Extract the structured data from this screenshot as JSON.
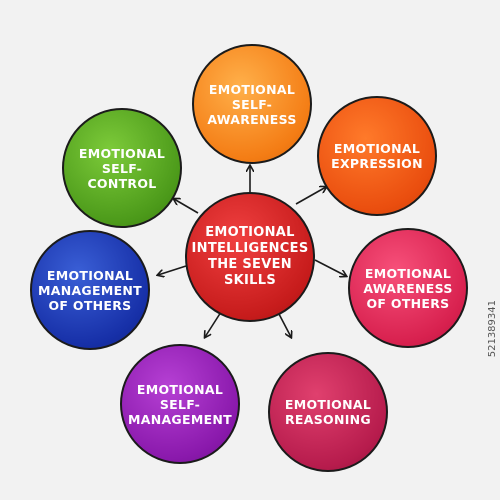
{
  "diagram": {
    "center": {
      "label": "Emotional\nintelligences\nthe seven\nskills",
      "color": "#c71c1c"
    },
    "nodes": [
      {
        "id": "self-awareness",
        "label": "Emotional\nself-\nawareness",
        "color": "#f47d15"
      },
      {
        "id": "expression",
        "label": "Emotional\nexpression",
        "color": "#ea4e0f"
      },
      {
        "id": "awareness-others",
        "label": "Emotional\nawareness\nof others",
        "color": "#d8214f"
      },
      {
        "id": "reasoning",
        "label": "Emotional\nreasoning",
        "color": "#b71c4d"
      },
      {
        "id": "self-management",
        "label": "Emotional\nself-\nmanagement",
        "color": "#8a19ac"
      },
      {
        "id": "management-others",
        "label": "Emotional\nmanagement\nof others",
        "color": "#1730a8"
      },
      {
        "id": "self-control",
        "label": "Emotional\nself-\ncontrol",
        "color": "#4c9a1a"
      }
    ]
  },
  "watermark": "521389341",
  "background_color": "#f2f2f2"
}
